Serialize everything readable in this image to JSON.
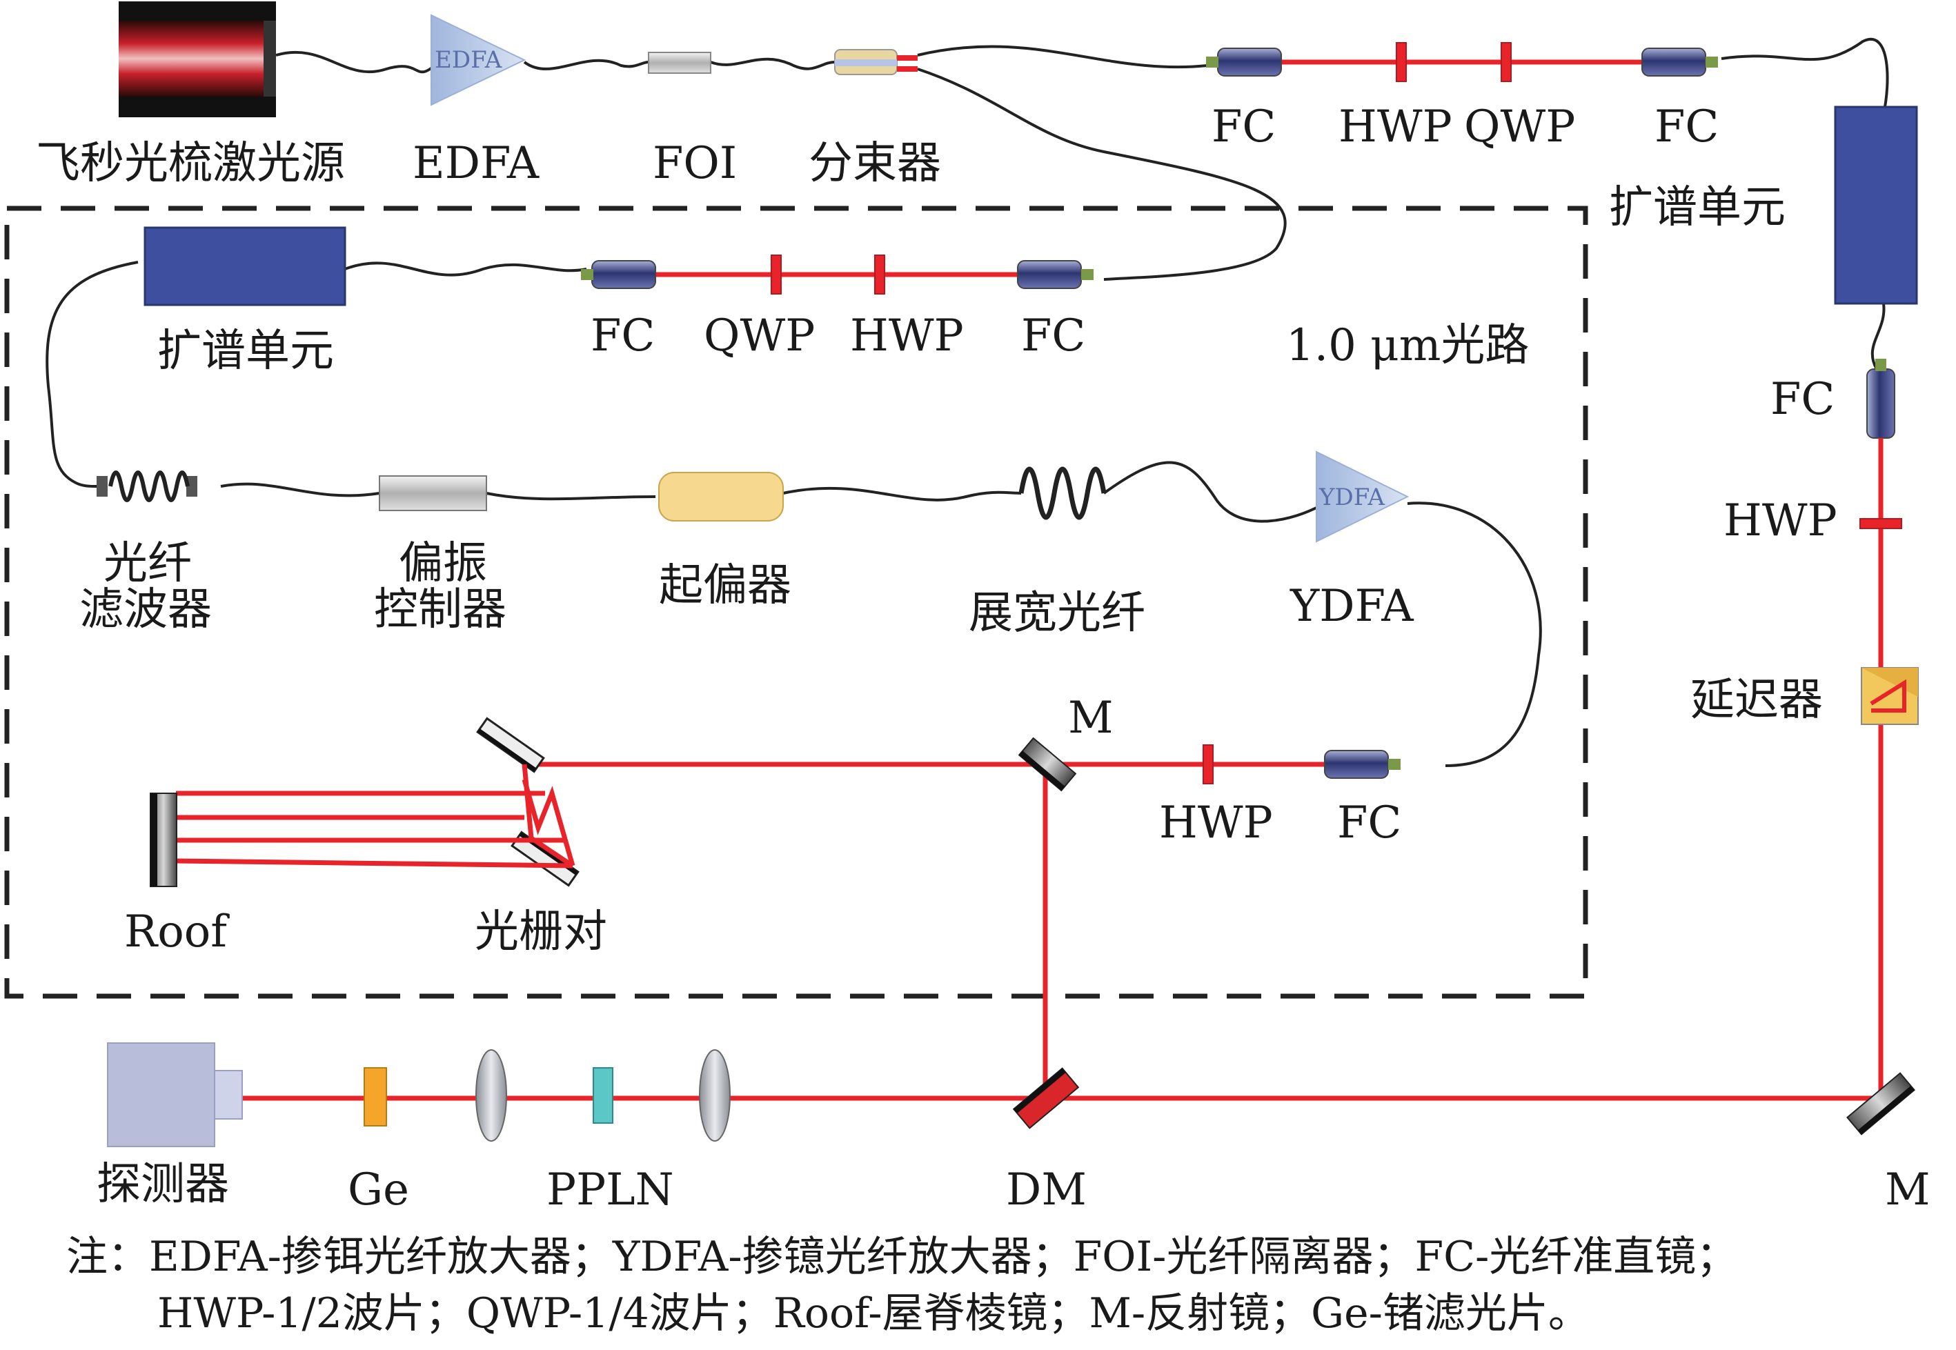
{
  "colors": {
    "beam": "#e8232a",
    "unit_blue": "#3d4f9e",
    "frame_dash": "#222222",
    "fiber": "#222222"
  },
  "labels": {
    "source": "飞秒光梳激光源",
    "edfa": "EDFA",
    "edfa_inner": "EDFA",
    "foi": "FOI",
    "splitter": "分束器",
    "top_fc1": "FC",
    "top_hwp": "HWP",
    "top_qwp": "QWP",
    "top_fc2": "FC",
    "right_spectral_unit": "扩谱单元",
    "left_spectral_unit": "扩谱单元",
    "mid_fc1": "FC",
    "mid_qwp": "QWP",
    "mid_hwp": "HWP",
    "mid_fc2": "FC",
    "path_label": "1.0 μm光路",
    "right_fc": "FC",
    "right_hwp": "HWP",
    "delay": "延迟器",
    "fiber_filter_1": "光纤",
    "fiber_filter_2": "滤波器",
    "pol_ctrl_1": "偏振",
    "pol_ctrl_2": "控制器",
    "polarizer": "起偏器",
    "stretcher": "展宽光纤",
    "ydfa": "YDFA",
    "ydfa_inner": "YDFA",
    "mirror_m1": "M",
    "bottom_hwp": "HWP",
    "bottom_fc": "FC",
    "roof": "Roof",
    "grating_pair": "光栅对",
    "detector": "探测器",
    "ge": "Ge",
    "ppln": "PPLN",
    "dm": "DM",
    "mirror_m2": "M"
  },
  "notes": {
    "line1": "注：EDFA-掺铒光纤放大器；YDFA-掺镱光纤放大器；FOI-光纤隔离器；FC-光纤准直镜；",
    "line2": "HWP-1/2波片；QWP-1/4波片；Roof-屋脊棱镜；M-反射镜；Ge-锗滤光片。"
  }
}
